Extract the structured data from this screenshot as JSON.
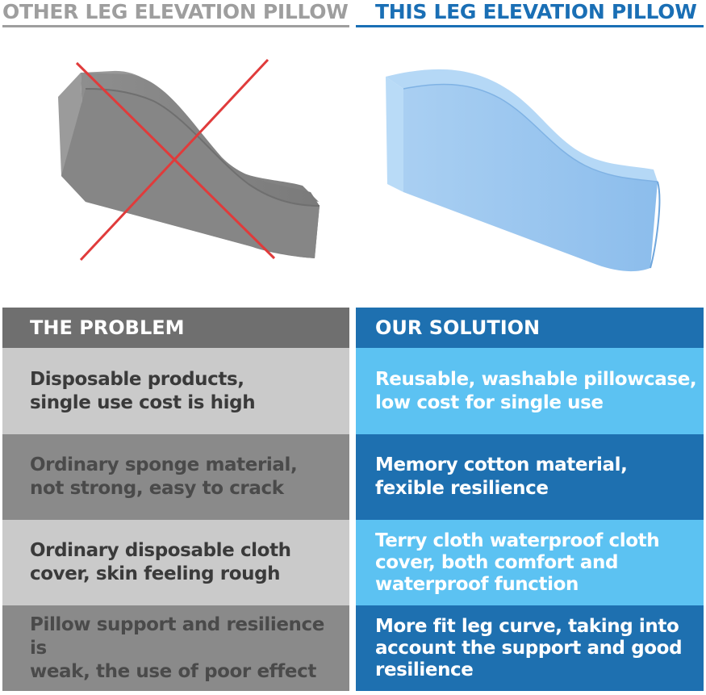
{
  "headers": {
    "left": "OTHER LEG ELEVATION PILLOW",
    "right": "THIS LEG ELEVATION PILLOW"
  },
  "colors": {
    "grey_header": "#9e9e9e",
    "blue_header": "#1a6fb5",
    "problem_title_bg": "#6f6f6f",
    "problem_light_bg": "#cacaca",
    "problem_dark_bg": "#8a8a8a",
    "solution_title_bg": "#1e70b0",
    "solution_light_bg": "#5cc2f2",
    "solution_dark_bg": "#1e70b0",
    "cross_red": "#e03b3b"
  },
  "problem": {
    "title": "THE PROBLEM",
    "rows": [
      "Disposable products,\nsingle use cost is high",
      "Ordinary sponge material,\nnot strong, easy to crack",
      "Ordinary disposable cloth\ncover, skin feeling rough",
      "Pillow support and resilience is\nweak, the use of poor effect"
    ]
  },
  "solution": {
    "title": "OUR SOLUTION",
    "rows": [
      "Reusable, washable pillowcase,\nlow cost for single use",
      "Memory cotton material,\nfexible resilience",
      "Terry cloth waterproof cloth\ncover, both comfort and\nwaterproof function",
      "More fit leg curve, taking into\naccount the support and good\nresilience"
    ]
  }
}
